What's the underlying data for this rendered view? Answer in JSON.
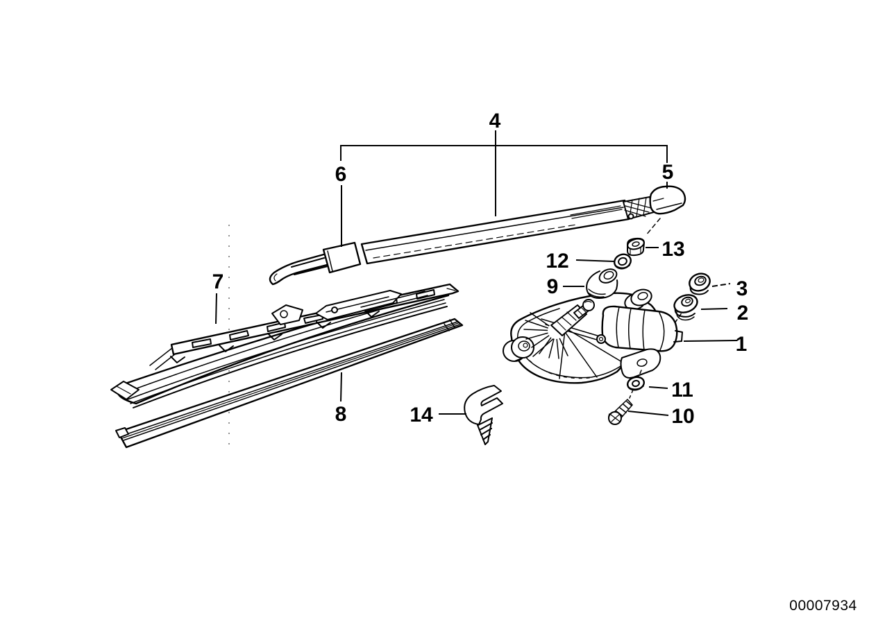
{
  "colors": {
    "background": "#ffffff",
    "line_art": "#000000"
  },
  "diagram": {
    "doc_number": "00007934",
    "callouts": [
      {
        "number": "1"
      },
      {
        "number": "2"
      },
      {
        "number": "3"
      },
      {
        "number": "4"
      },
      {
        "number": "5"
      },
      {
        "number": "6"
      },
      {
        "number": "7"
      },
      {
        "number": "8"
      },
      {
        "number": "9"
      },
      {
        "number": "10"
      },
      {
        "number": "11"
      },
      {
        "number": "12"
      },
      {
        "number": "13"
      },
      {
        "number": "14"
      }
    ]
  }
}
